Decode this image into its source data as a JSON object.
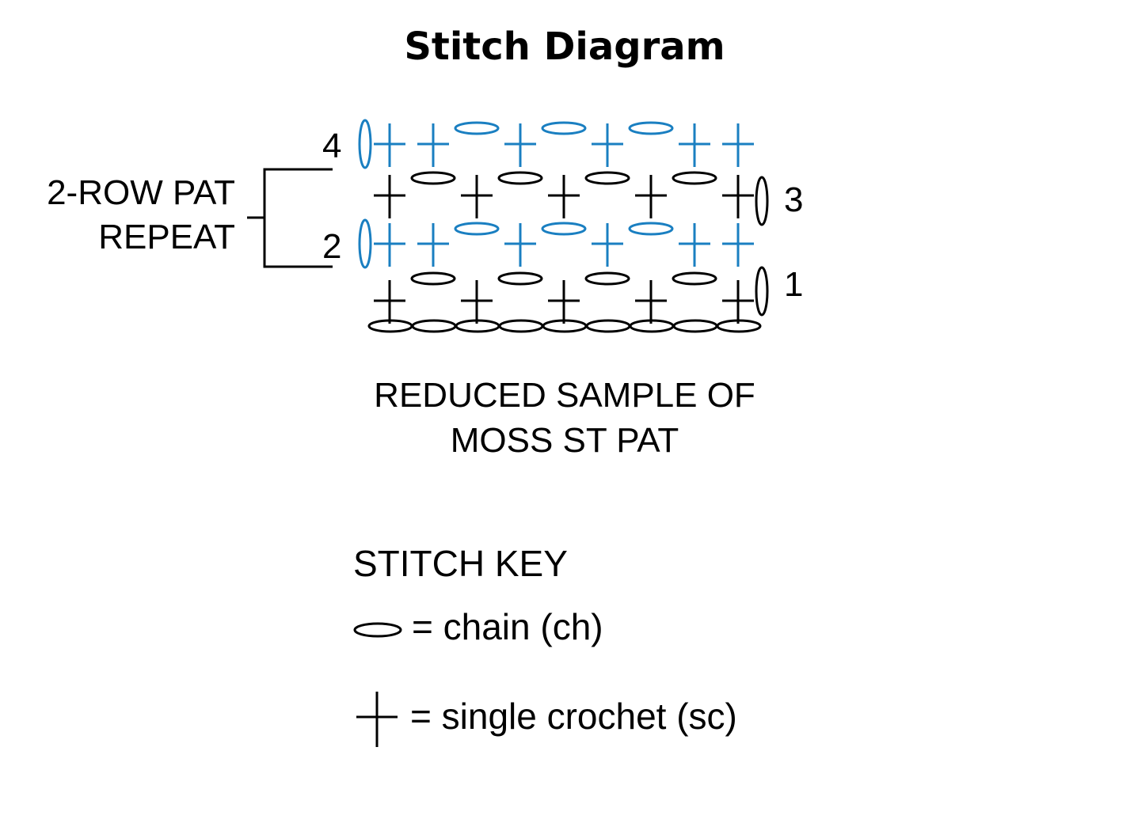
{
  "title": "Stitch Diagram",
  "repeat_label": {
    "line1": "2-ROW PAT",
    "line2": "REPEAT"
  },
  "caption": {
    "line1": "REDUCED SAMPLE OF",
    "line2": "MOSS ST PAT"
  },
  "row_numbers": {
    "row1": "1",
    "row2": "2",
    "row3": "3",
    "row4": "4"
  },
  "stitch_key": {
    "heading": "STITCH KEY",
    "chain": "= chain (ch)",
    "single_crochet": "= single crochet (sc)"
  },
  "colors": {
    "odd_rows": "#000000",
    "even_rows": "#1a7fc1"
  }
}
